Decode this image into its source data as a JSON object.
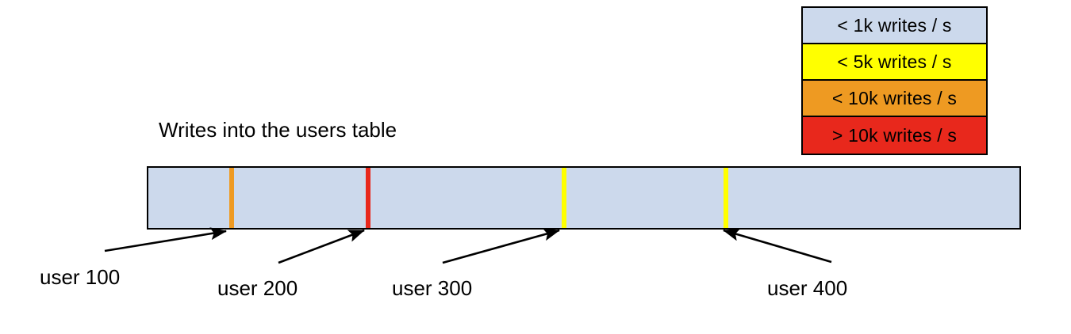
{
  "title": "Writes into the users table",
  "legend": {
    "items": [
      {
        "label": "< 1k writes / s",
        "color": "#ccd9ec"
      },
      {
        "label": "< 5k writes / s",
        "color": "#ffff00"
      },
      {
        "label": "< 10k writes / s",
        "color": "#ee9a22"
      },
      {
        "label": "> 10k writes / s",
        "color": "#e8281c"
      }
    ]
  },
  "chart_data": {
    "type": "bar",
    "title": "Writes into the users table",
    "xlabel": "",
    "ylabel": "",
    "orientation": "horizontal",
    "bar": {
      "fill_color": "#ccd9ec",
      "border_color": "#000000",
      "base_category": "< 1k writes / s"
    },
    "legend_position": "top-right",
    "grid": false,
    "categories": [
      "user 100",
      "user 200",
      "user 300",
      "user 400"
    ],
    "markers": [
      {
        "label": "user 100",
        "color": "#ee9a22",
        "category": "< 10k writes / s",
        "position_pct": 9.6
      },
      {
        "label": "user 200",
        "color": "#e8281c",
        "category": "> 10k writes / s",
        "position_pct": 25.2
      },
      {
        "label": "user 300",
        "color": "#ffff00",
        "category": "< 5k writes / s",
        "position_pct": 47.6
      },
      {
        "label": "user 400",
        "color": "#ffff00",
        "category": "< 5k writes / s",
        "position_pct": 66.1
      }
    ]
  },
  "callouts": [
    {
      "label": "user 100"
    },
    {
      "label": "user 200"
    },
    {
      "label": "user 300"
    },
    {
      "label": "user 400"
    }
  ]
}
